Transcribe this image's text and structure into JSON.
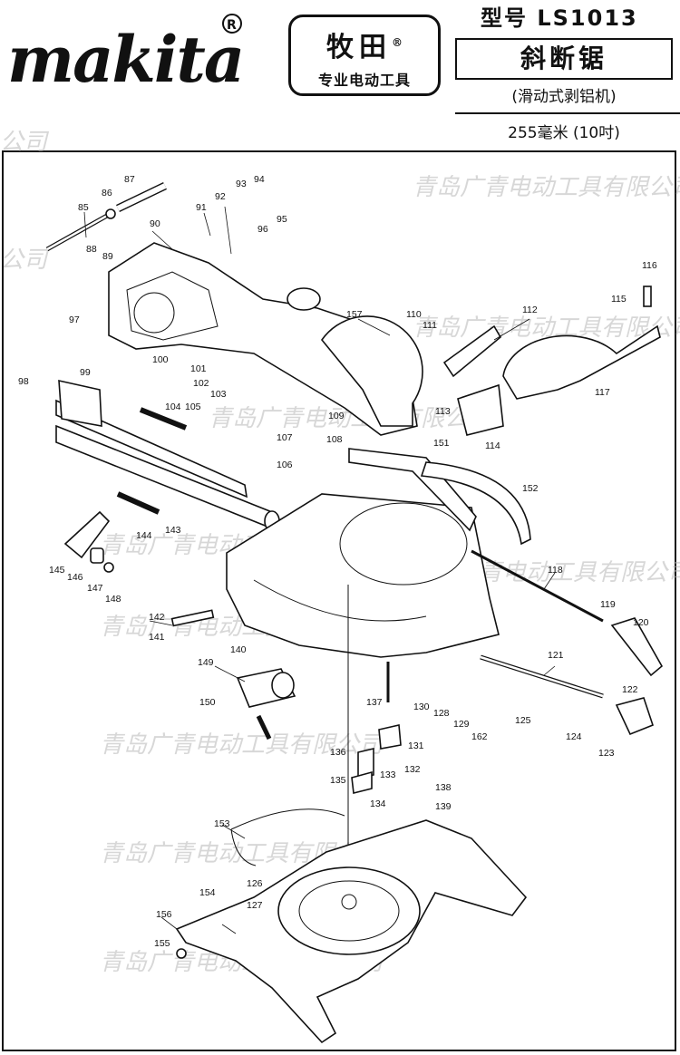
{
  "header": {
    "logo_text": "makita",
    "stamp_brand": "牧田",
    "stamp_sub": "专业电动工具",
    "model": "型号 LS1013",
    "product_name": "斜断锯",
    "subtitle": "(滑动式剥铝机)",
    "size": "255毫米 (10吋)"
  },
  "watermark_text": "青岛广青电动工具有限公司",
  "part_numbers": [
    "85",
    "86",
    "87",
    "88",
    "89",
    "90",
    "91",
    "92",
    "93",
    "94",
    "95",
    "96",
    "97",
    "98",
    "99",
    "100",
    "101",
    "102",
    "103",
    "104",
    "105",
    "106",
    "107",
    "108",
    "109",
    "110",
    "111",
    "112",
    "113",
    "114",
    "115",
    "116",
    "117",
    "118",
    "119",
    "120",
    "121",
    "122",
    "123",
    "124",
    "125",
    "126",
    "127",
    "128",
    "129",
    "130",
    "131",
    "132",
    "133",
    "134",
    "135",
    "136",
    "137",
    "138",
    "139",
    "140",
    "141",
    "142",
    "143",
    "144",
    "145",
    "146",
    "147",
    "148",
    "149",
    "150",
    "151",
    "152",
    "153",
    "154",
    "155",
    "156",
    "157",
    "162"
  ]
}
